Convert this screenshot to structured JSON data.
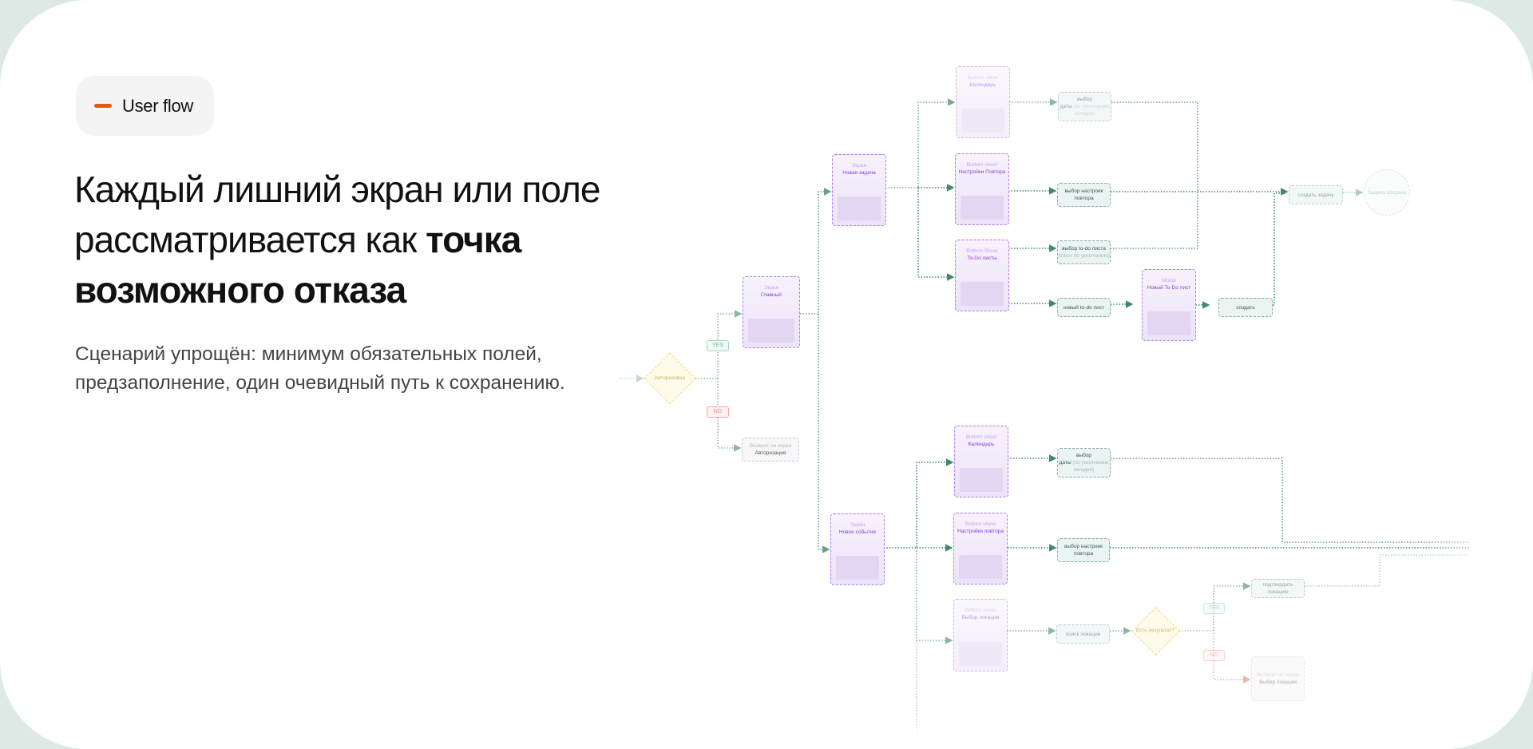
{
  "badge": {
    "label": "User flow",
    "accent": "#e8561a"
  },
  "heading": {
    "line1": "Каждый лишний экран или поле",
    "line2_regular": "рассматривается как ",
    "line2_bold": "точка",
    "line3_bold": "возможного отказа"
  },
  "subtitle": {
    "line1": "Сценарий упрощён: минимум обязательных полей,",
    "line2": "предзаполнение, один очевидный путь к сохранению."
  },
  "diagram": {
    "auth_decision": "Авторизован",
    "yes": "YES",
    "no": "NO",
    "back_to_auth": {
      "kind": "Возврат на экран",
      "title": "Авторизация"
    },
    "main": {
      "kind": "Экран",
      "title": "Главный"
    },
    "new_task": {
      "kind": "Экран",
      "title": "Новая задача"
    },
    "task_calendar": {
      "kind": "Bottom sheet",
      "title": "Календарь"
    },
    "task_repeat": {
      "kind": "Bottom sheet",
      "title": "Настройки Повтора"
    },
    "task_todo": {
      "kind": "Bottom Sheet",
      "title": "To-Do листы"
    },
    "task_date_pick": {
      "main": "выбор",
      "main2": "даты",
      "note": "(по умолчанию сегодня)"
    },
    "task_repeat_pick": {
      "main": "выбор настроек повтора"
    },
    "task_todo_pick": {
      "main": "выбор to-do листа",
      "note": "(inbox по умолчанию)"
    },
    "new_todo_list": {
      "main": "новый to-do лист"
    },
    "modal_new_todo": {
      "kind": "Modal",
      "title": "Новый To-Do лист"
    },
    "create": {
      "main": "создать"
    },
    "create_task": {
      "main": "создать задачу"
    },
    "task_created": "Задача создана",
    "new_event": {
      "kind": "Экран",
      "title": "Новое событие"
    },
    "event_calendar": {
      "kind": "Bottom sheet",
      "title": "Календарь"
    },
    "event_repeat": {
      "kind": "Bottom sheet",
      "title": "Настройки повтора"
    },
    "event_location": {
      "kind": "Bottom sheet",
      "title": "Выбор локации"
    },
    "event_date_pick": {
      "main": "выбор",
      "main2": "даты",
      "note": "(по умолчанию сегодня)"
    },
    "event_repeat_pick": {
      "main": "выбор настроек повтора"
    },
    "location_search": {
      "main": "поиск локации"
    },
    "has_result": "Есть результат?",
    "confirm_location": {
      "main": "подтвердить локацию"
    },
    "back_to_location": {
      "kind": "Возврат на экран",
      "title": "Выбор локации"
    }
  }
}
